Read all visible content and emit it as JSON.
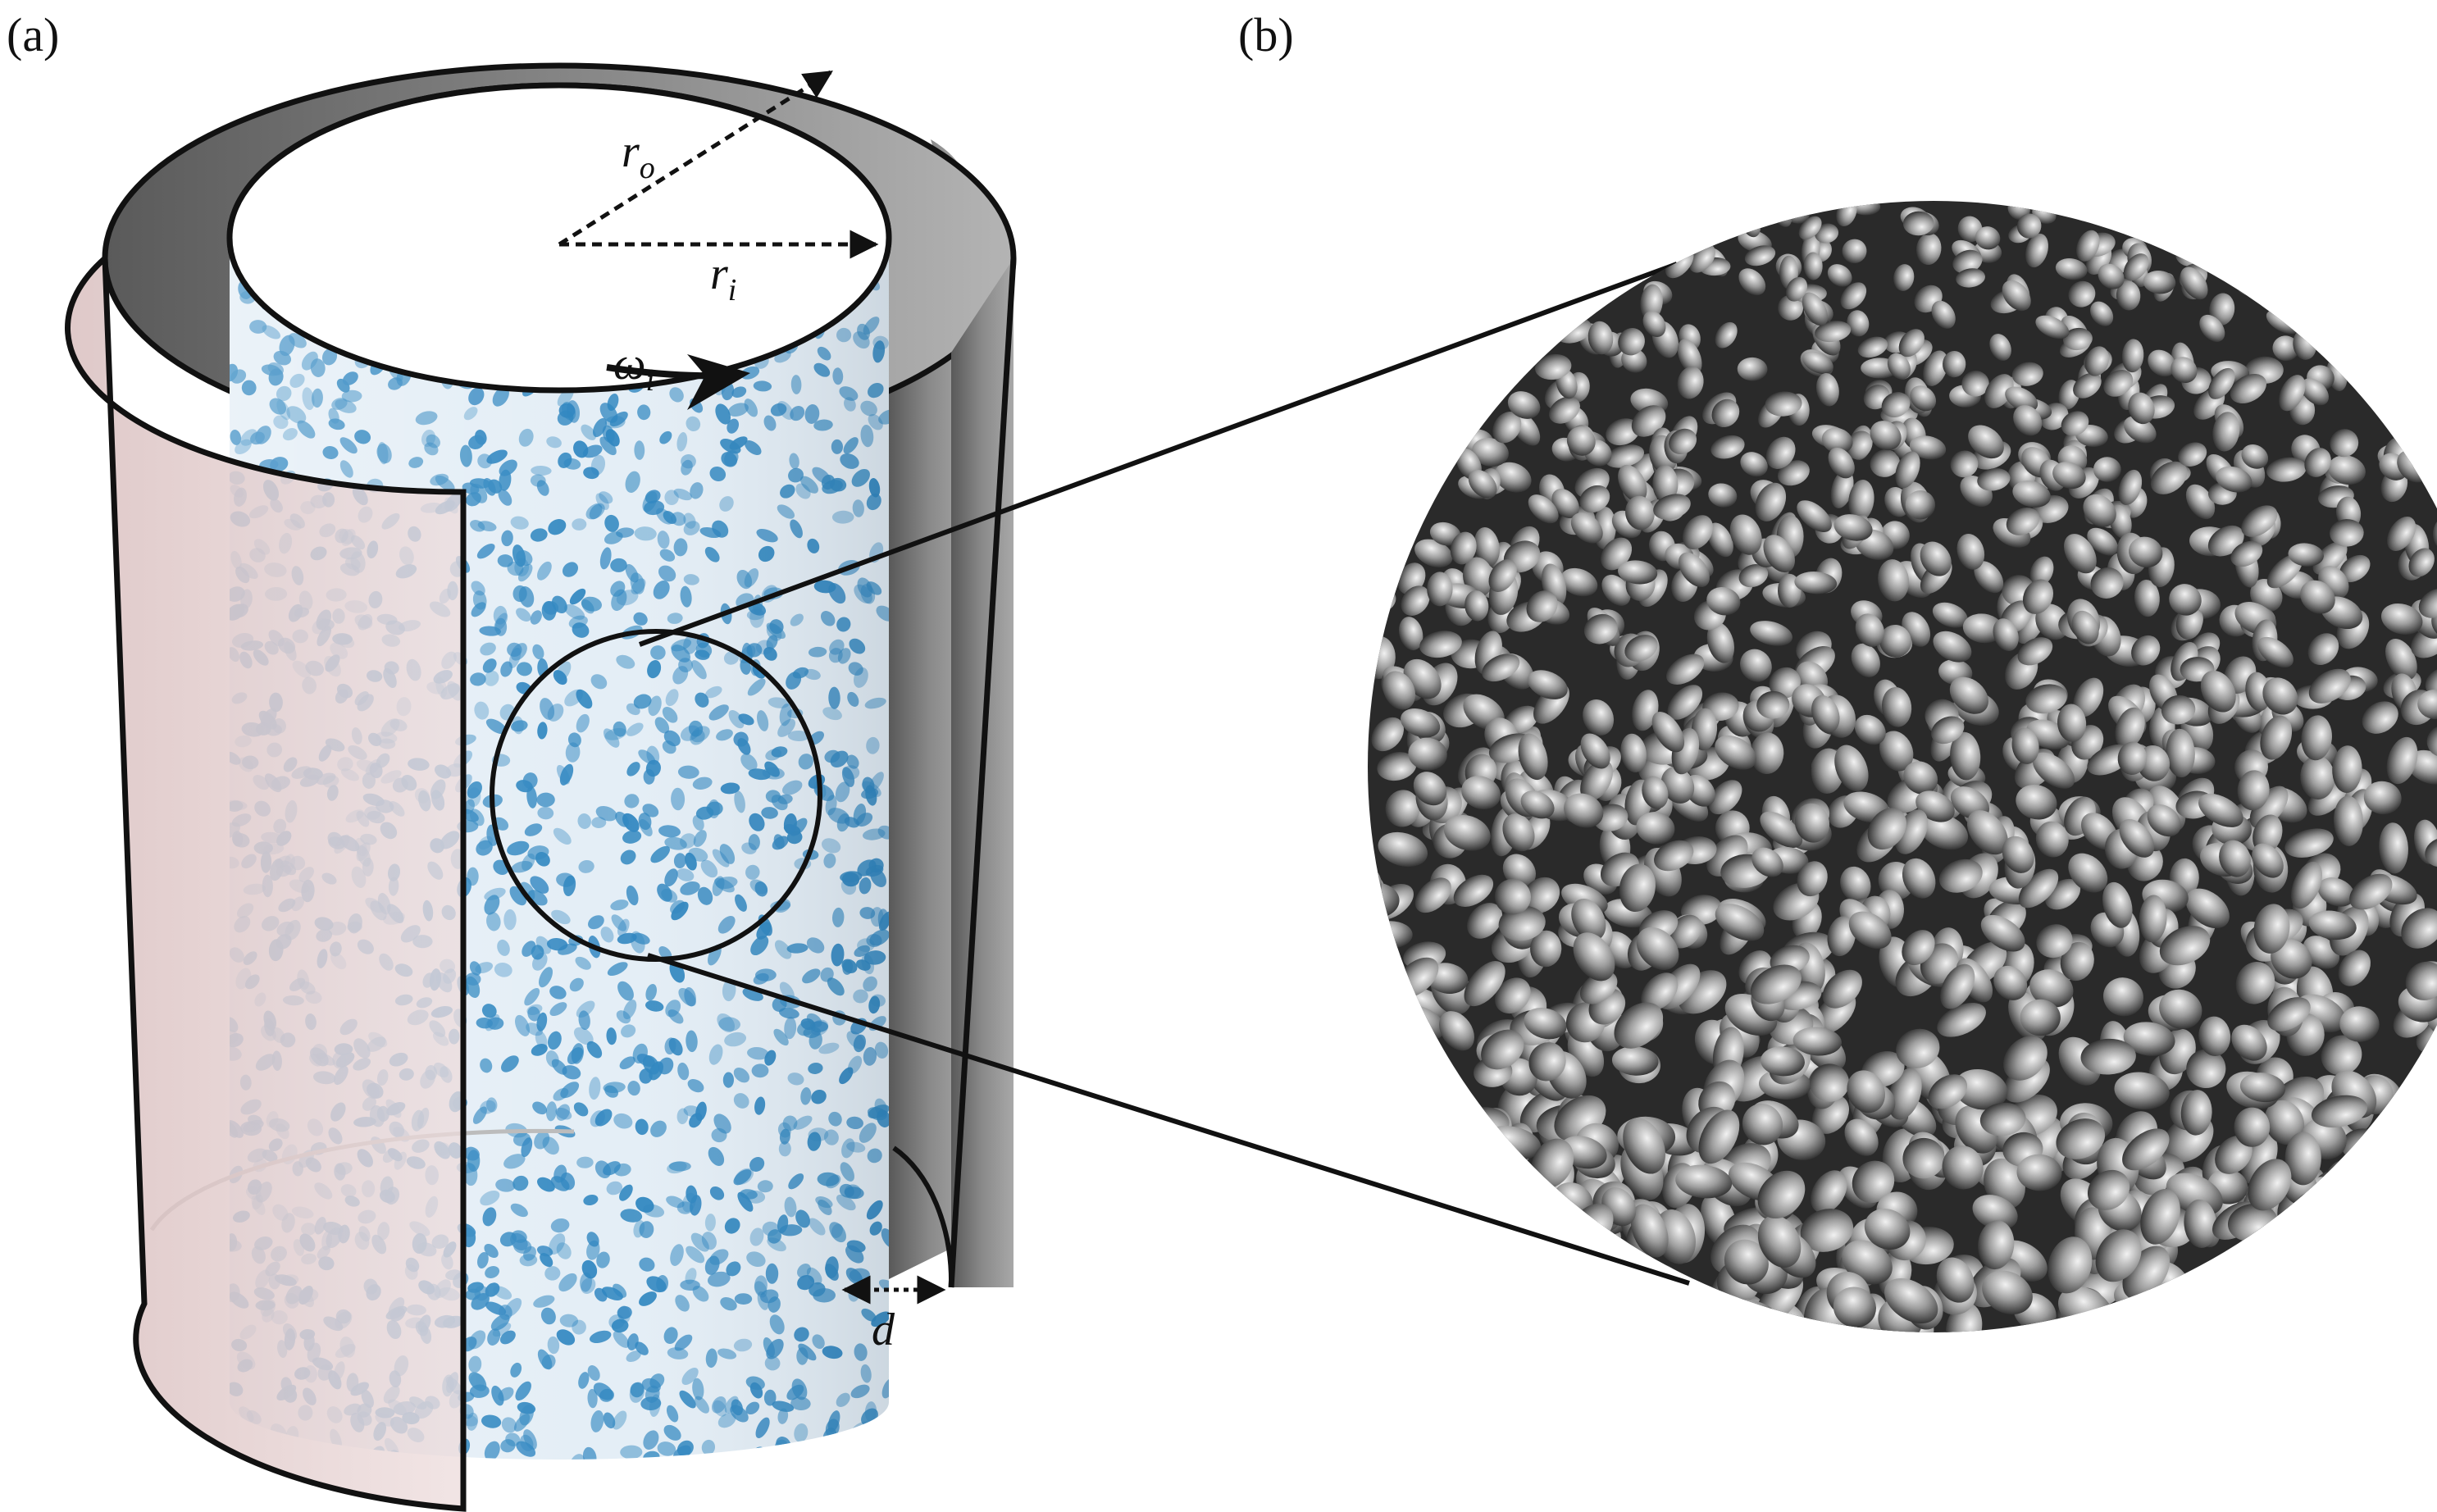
{
  "panels": [
    {
      "label": "(a)"
    },
    {
      "label": "(b)"
    }
  ],
  "symbols": {
    "outer_radius": {
      "base": "r",
      "sub": "o"
    },
    "inner_radius": {
      "base": "r",
      "sub": "i"
    },
    "rotation_rate": {
      "base": "ω",
      "sub": "i"
    },
    "gap_width": {
      "base": "d"
    }
  },
  "colors": {
    "inner_cylinder_grain": "#2f86c0",
    "inner_cylinder_base": "#e4eef6",
    "outer_shell_front": "#e8d2d2",
    "outer_shell_back": "#8c8c8c",
    "zoom_background": "#2a2a2a"
  }
}
